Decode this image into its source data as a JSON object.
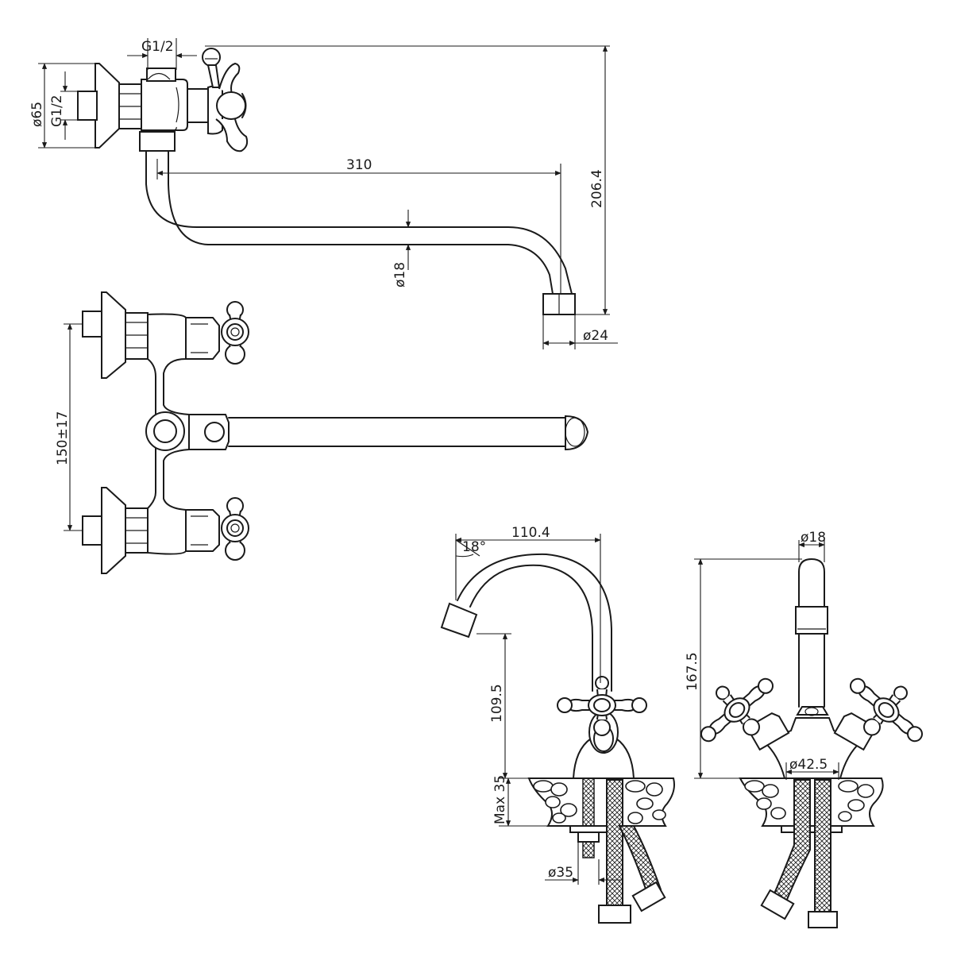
{
  "dimensions": {
    "thread_top": "G1/2",
    "flange_diameter": "ø65",
    "thread_side": "G1/2",
    "spout_reach_wall": "310",
    "total_height_wall": "206.4",
    "spout_tube_diameter": "ø18",
    "spout_end_diameter": "ø24",
    "inlet_center_distance": "150±17",
    "reach_deck": "110.4",
    "spout_angle": "18°",
    "outlet_height": "109.5",
    "max_deck_thickness": "Max 35",
    "mount_hole_diameter": "ø35",
    "spout_top_diameter": "ø18",
    "total_height_deck": "167.5",
    "base_diameter": "ø42.5"
  },
  "colors": {
    "line": "#1a1a1a",
    "background": "#ffffff"
  }
}
